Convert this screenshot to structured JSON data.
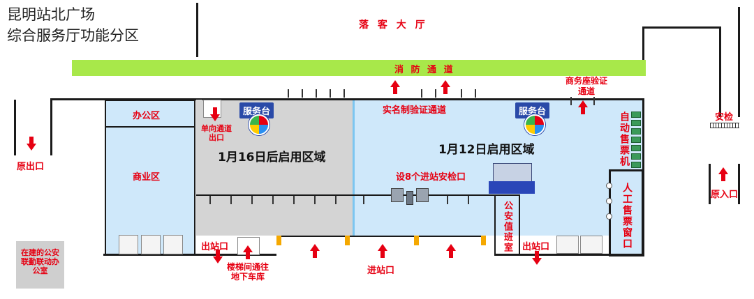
{
  "title": {
    "line1": "昆明站北广场",
    "line2": "综合服务厅功能分区"
  },
  "arrival_hall": "落 客 大 厅",
  "fire_lane": "消 防 通 道",
  "zones": {
    "office": "办公区",
    "business": "商业区",
    "west_area": "1月16日后启用区域",
    "east_area": "1月12日启用区域",
    "police": "公安值班室",
    "manual_ticket": "人工售票窗口",
    "auto_ticket": "自动售票机",
    "under_construction": "在建的公安联勤联动办公室"
  },
  "labels": {
    "service_desk_1": "服务台",
    "service_desk_2": "服务台",
    "one_way_exit": "单向通道出口",
    "real_name": "实名制验证通道",
    "business_seat": "商务座验证通道",
    "security_entries": "设8个进站安检口",
    "old_exit": "原出口",
    "security_check": "安检",
    "old_entrance": "原入口",
    "exit_left": "出站口",
    "stairs": "楼梯间通往地下车库",
    "entrance": "进站口",
    "exit_right": "出站口"
  },
  "colors": {
    "fire_lane": "#a8e84a",
    "blue_zone": "#cfe8fa",
    "gray_zone": "#d4d4d4",
    "accent_red": "#e60012",
    "badge_blue": "#2a4aa8"
  }
}
